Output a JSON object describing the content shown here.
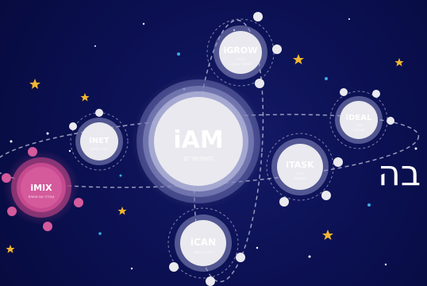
{
  "colors": {
    "background": "#0b1052",
    "node_fill": "#e9e9ef",
    "node_ring": "#b7b9d6",
    "node_text": "#ffffff",
    "imix_fill": "#d14d93",
    "orbit": "#c9cbe0",
    "star_yellow": "#f2b630",
    "star_blue": "#3aa9e0"
  },
  "nodes": {
    "iam": {
      "title": "iAM",
      "subtitle": "מאפשרים"
    },
    "igrow": {
      "title": "iGROW",
      "subtitle_line1": "צמיחה",
      "subtitle_line2": "ופיתוח אנשים"
    },
    "ideal": {
      "title": "iDEAL",
      "subtitle_line1": "ניהול",
      "subtitle_line2": "מצוינות"
    },
    "inet": {
      "title": "iNET",
      "subtitle": "חיבור ושיתוף"
    },
    "itask": {
      "title": "iTASK",
      "subtitle_line1": "ניהול",
      "subtitle_line2": "משימות"
    },
    "imix": {
      "title": "iMIX",
      "subtitle": "עבודה עם אנשים"
    },
    "ican": {
      "title": "iCAN",
      "subtitle": "יכולות אנשים"
    }
  },
  "hebrew_word": "בה",
  "icons": {
    "stars": "star-icon",
    "satellites": "satellite-dot-icon"
  }
}
